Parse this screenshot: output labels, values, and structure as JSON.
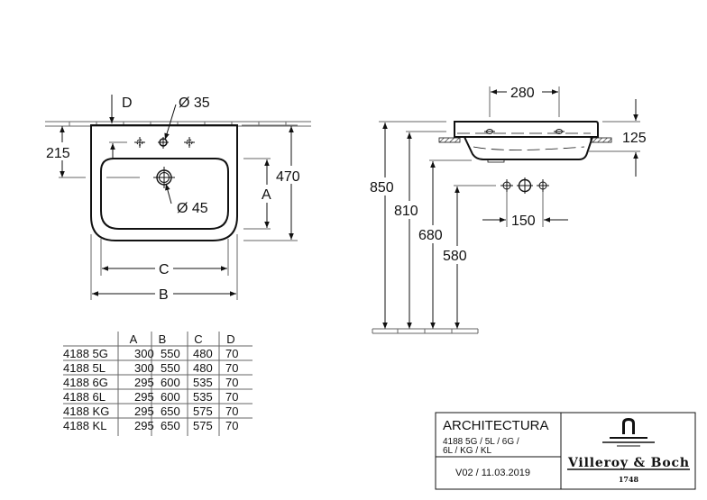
{
  "front_view": {
    "label_d": "D",
    "label_d35": "Ø 35",
    "label_215": "215",
    "label_470": "470",
    "label_a": "A",
    "label_d45": "Ø 45",
    "label_c": "C",
    "label_b": "B"
  },
  "side_view": {
    "label_280": "280",
    "label_125": "125",
    "label_850": "850",
    "label_810": "810",
    "label_680": "680",
    "label_580": "580",
    "label_150": "150"
  },
  "dimension_table": {
    "headers": [
      "",
      "A",
      "B",
      "C",
      "D"
    ],
    "rows": [
      [
        "4188 5G",
        "300",
        "550",
        "480",
        "70"
      ],
      [
        "4188 5L",
        "300",
        "550",
        "480",
        "70"
      ],
      [
        "4188 6G",
        "295",
        "600",
        "535",
        "70"
      ],
      [
        "4188 6L",
        "295",
        "600",
        "535",
        "70"
      ],
      [
        "4188 KG",
        "295",
        "650",
        "575",
        "70"
      ],
      [
        "4188 KL",
        "295",
        "650",
        "575",
        "70"
      ]
    ]
  },
  "title_block": {
    "product": "ARCHITECTURA",
    "models_line1": "4188 5G / 5L / 6G /",
    "models_line2": "6L / KG / KL",
    "version": "V02 / 11.03.2019",
    "brand": "Villeroy & Boch",
    "brand_year": "1748"
  }
}
